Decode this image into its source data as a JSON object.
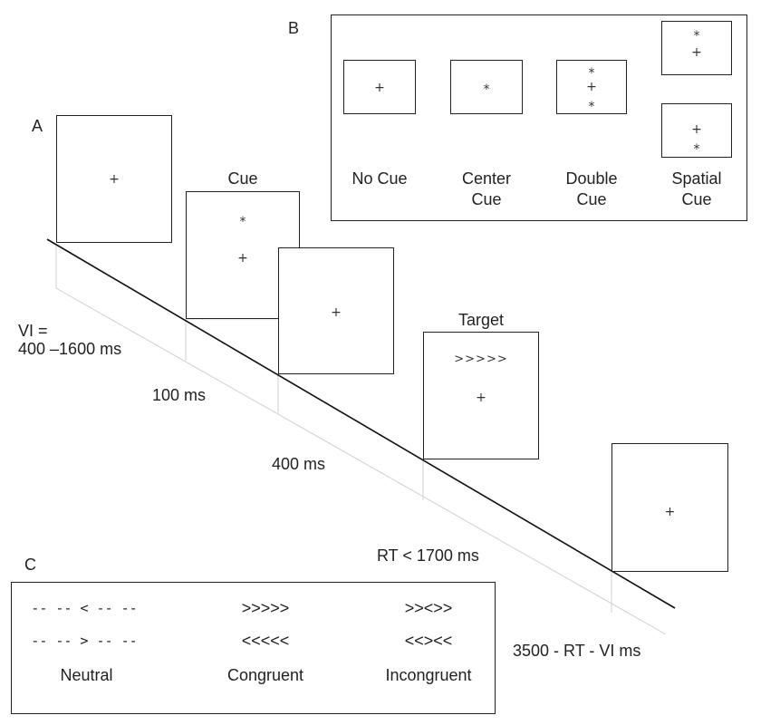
{
  "panel_labels": {
    "a": "A",
    "b": "B",
    "c": "C"
  },
  "symbols": {
    "fixation": "+",
    "cue": "*"
  },
  "timeline": {
    "frames": [
      {
        "label": "",
        "top_text": ""
      },
      {
        "label": "Cue",
        "top_text": ""
      },
      {
        "label": "",
        "top_text": ""
      },
      {
        "label": "Target",
        "top_text": ">>>>>"
      },
      {
        "label": "",
        "top_text": ""
      }
    ],
    "durations": {
      "vi_line1": "VI =",
      "vi_line2": "400 –1600 ms",
      "cue": "100 ms",
      "interval": "400 ms",
      "rt": "RT < 1700 ms",
      "post": "3500 - RT - VI ms"
    }
  },
  "cue_types": [
    {
      "line1": "No Cue",
      "line2": ""
    },
    {
      "line1": "Center",
      "line2": "Cue"
    },
    {
      "line1": "Double",
      "line2": "Cue"
    },
    {
      "line1": "Spatial",
      "line2": "Cue"
    }
  ],
  "flanker_types": [
    {
      "name": "Neutral",
      "row1": "-- -- < -- --",
      "row2": "-- -- > -- --"
    },
    {
      "name": "Congruent",
      "row1": ">>>>>",
      "row2": "<<<<<"
    },
    {
      "name": "Incongruent",
      "row1": ">><>>",
      "row2": "<<><<"
    }
  ]
}
